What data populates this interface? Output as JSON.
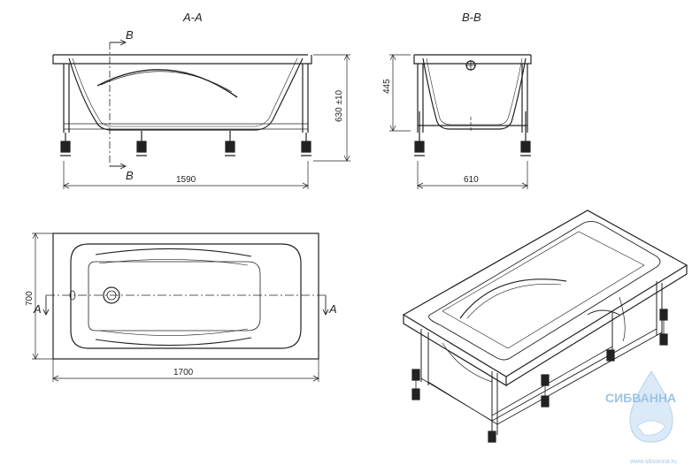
{
  "sections": {
    "aa_title": "A-A",
    "bb_title": "B-B",
    "marker_b": "B",
    "marker_a": "A"
  },
  "dimensions": {
    "aa_length": "1590",
    "aa_height": "630 ±10",
    "bb_width": "610",
    "bb_height": "445",
    "plan_length": "1700",
    "plan_width": "700"
  },
  "watermark": {
    "brand": "СИБВАННА",
    "url": "www.sibvanna.ru"
  },
  "colors": {
    "line": "#222222",
    "watermark": "#9ec3e6"
  }
}
